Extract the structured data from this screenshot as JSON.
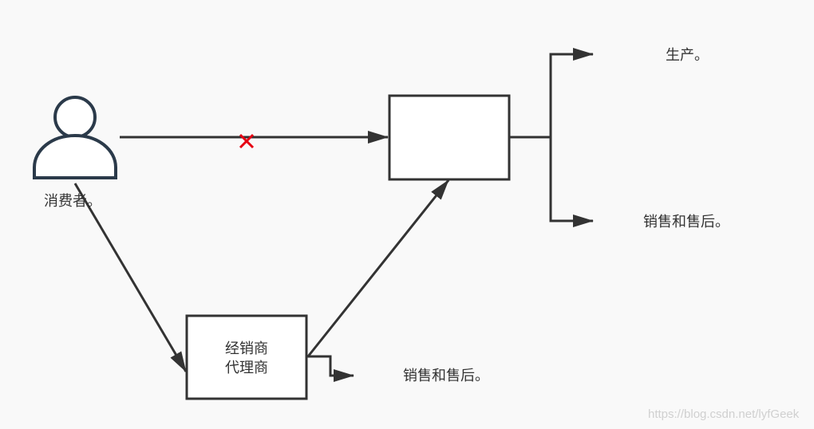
{
  "consumer": {
    "label": "消费者。",
    "icon": "user-icon"
  },
  "dealer_box": {
    "line1": "经销商",
    "line2": "代理商"
  },
  "top_targets": {
    "production": "生产。",
    "sales_after": "销售和售后。"
  },
  "dealer_target": {
    "sales_after": "销售和售后。"
  },
  "blocked_marker": {
    "icon": "cross-icon",
    "color": "#e60012"
  },
  "watermark": "https://blog.csdn.net/lyfGeek",
  "colors": {
    "stroke": "#333333",
    "background": "#f9f9f9",
    "box_fill": "#ffffff"
  }
}
